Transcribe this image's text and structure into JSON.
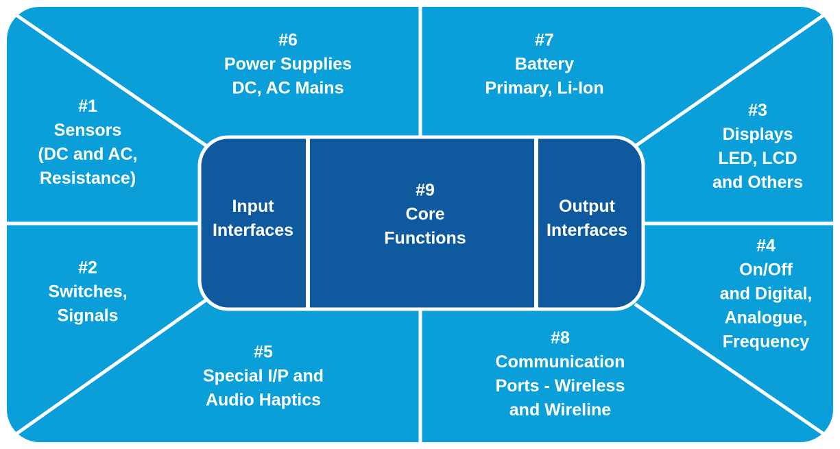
{
  "colors": {
    "outer_fill": "#0a9fd8",
    "inner_fill": "#0f5a9e",
    "divider": "#ffffff"
  },
  "sections": [
    {
      "id": "sensors",
      "lines": [
        "#1",
        "Sensors",
        "(DC and AC,",
        "Resistance)"
      ]
    },
    {
      "id": "switches",
      "lines": [
        "#2",
        "Switches,",
        "Signals"
      ]
    },
    {
      "id": "displays",
      "lines": [
        "#3",
        "Displays",
        "LED, LCD",
        "and Others"
      ]
    },
    {
      "id": "on-off",
      "lines": [
        "#4",
        "On/Off",
        "and Digital,",
        "Analogue,",
        "Frequency"
      ]
    },
    {
      "id": "special-io",
      "lines": [
        "#5",
        "Special I/P and",
        "Audio Haptics"
      ]
    },
    {
      "id": "power-supplies",
      "lines": [
        "#6",
        "Power Supplies",
        "DC, AC Mains"
      ]
    },
    {
      "id": "battery",
      "lines": [
        "#7",
        "Battery",
        "Primary, Li-Ion"
      ]
    },
    {
      "id": "communication",
      "lines": [
        "#8",
        "Communication",
        "Ports - Wireless",
        "and Wireline"
      ]
    }
  ],
  "core": {
    "input": [
      "Input",
      "Interfaces"
    ],
    "center": [
      "#9",
      "Core",
      "Functions"
    ],
    "output": [
      "Output",
      "Interfaces"
    ]
  }
}
